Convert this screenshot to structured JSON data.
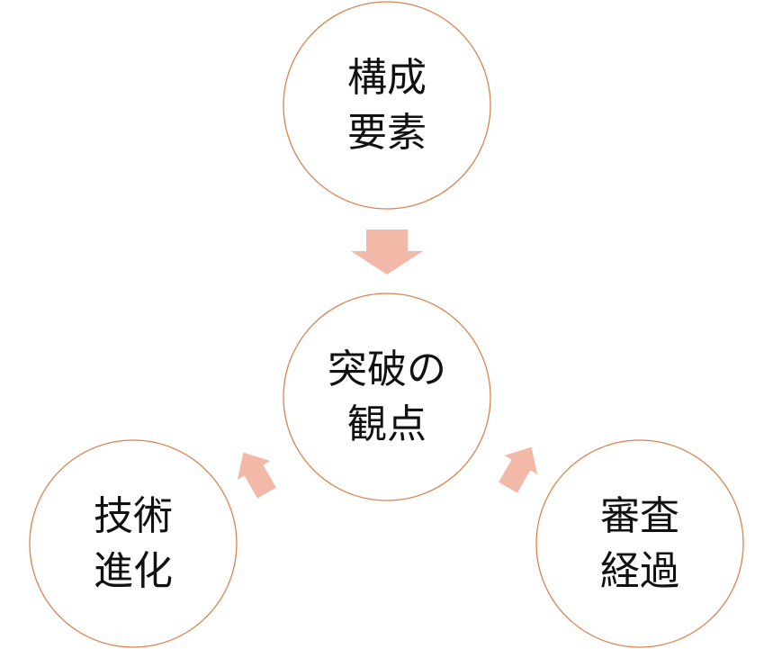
{
  "diagram": {
    "center": {
      "line1": "突破の",
      "line2": "観点"
    },
    "top": {
      "line1": "構成",
      "line2": "要素"
    },
    "left": {
      "line1": "技術",
      "line2": "進化"
    },
    "right": {
      "line1": "審査",
      "line2": "経過"
    },
    "colors": {
      "circle_stroke": "#d9834f",
      "arrow_fill": "#f2b9a8",
      "text": "#111111"
    }
  }
}
